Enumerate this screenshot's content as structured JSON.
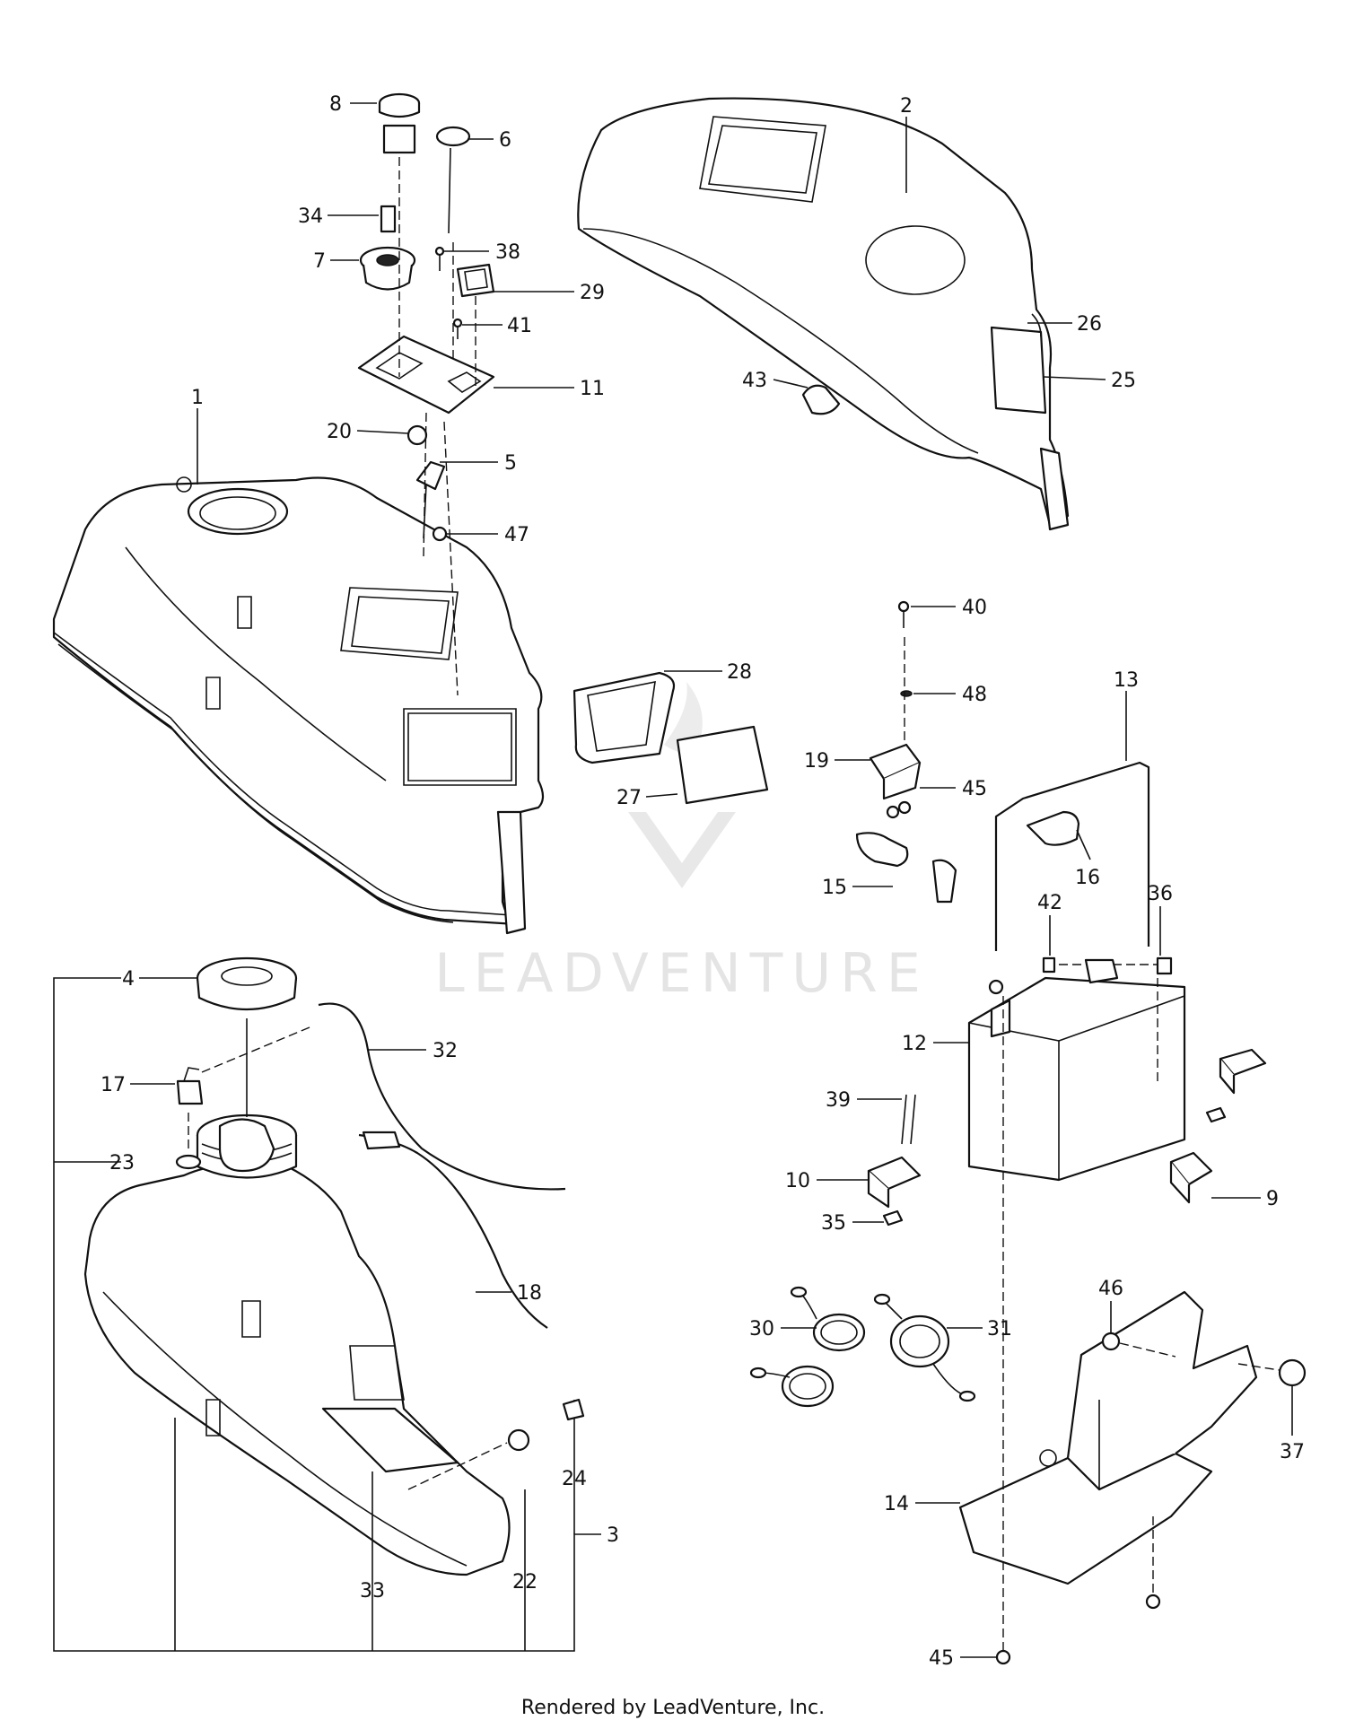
{
  "watermark": {
    "brand": "LEADVENTURE"
  },
  "footer": {
    "text": "Rendered by LeadVenture, Inc."
  },
  "callouts": [
    {
      "id": "c8",
      "text": "8"
    },
    {
      "id": "c6",
      "text": "6"
    },
    {
      "id": "c34",
      "text": "34"
    },
    {
      "id": "c38",
      "text": "38"
    },
    {
      "id": "c7",
      "text": "7"
    },
    {
      "id": "c29",
      "text": "29"
    },
    {
      "id": "c41",
      "text": "41"
    },
    {
      "id": "c11",
      "text": "11"
    },
    {
      "id": "c1",
      "text": "1"
    },
    {
      "id": "c20",
      "text": "20"
    },
    {
      "id": "c5",
      "text": "5"
    },
    {
      "id": "c47",
      "text": "47"
    },
    {
      "id": "c2",
      "text": "2"
    },
    {
      "id": "c26",
      "text": "26"
    },
    {
      "id": "c25",
      "text": "25"
    },
    {
      "id": "c43",
      "text": "43"
    },
    {
      "id": "c40",
      "text": "40"
    },
    {
      "id": "c48",
      "text": "48"
    },
    {
      "id": "c28",
      "text": "28"
    },
    {
      "id": "c19",
      "text": "19"
    },
    {
      "id": "c45a",
      "text": "45"
    },
    {
      "id": "c27",
      "text": "27"
    },
    {
      "id": "c13",
      "text": "13"
    },
    {
      "id": "c15",
      "text": "15"
    },
    {
      "id": "c16",
      "text": "16"
    },
    {
      "id": "c36",
      "text": "36"
    },
    {
      "id": "c42",
      "text": "42"
    },
    {
      "id": "c4",
      "text": "4"
    },
    {
      "id": "c32",
      "text": "32"
    },
    {
      "id": "c12",
      "text": "12"
    },
    {
      "id": "c17",
      "text": "17"
    },
    {
      "id": "c39",
      "text": "39"
    },
    {
      "id": "c23",
      "text": "23"
    },
    {
      "id": "c10",
      "text": "10"
    },
    {
      "id": "c9",
      "text": "9"
    },
    {
      "id": "c35",
      "text": "35"
    },
    {
      "id": "c18",
      "text": "18"
    },
    {
      "id": "c46",
      "text": "46"
    },
    {
      "id": "c30",
      "text": "30"
    },
    {
      "id": "c31",
      "text": "31"
    },
    {
      "id": "c37",
      "text": "37"
    },
    {
      "id": "c24",
      "text": "24"
    },
    {
      "id": "c14",
      "text": "14"
    },
    {
      "id": "c3",
      "text": "3"
    },
    {
      "id": "c33",
      "text": "33"
    },
    {
      "id": "c22",
      "text": "22"
    },
    {
      "id": "c45b",
      "text": "45"
    }
  ]
}
